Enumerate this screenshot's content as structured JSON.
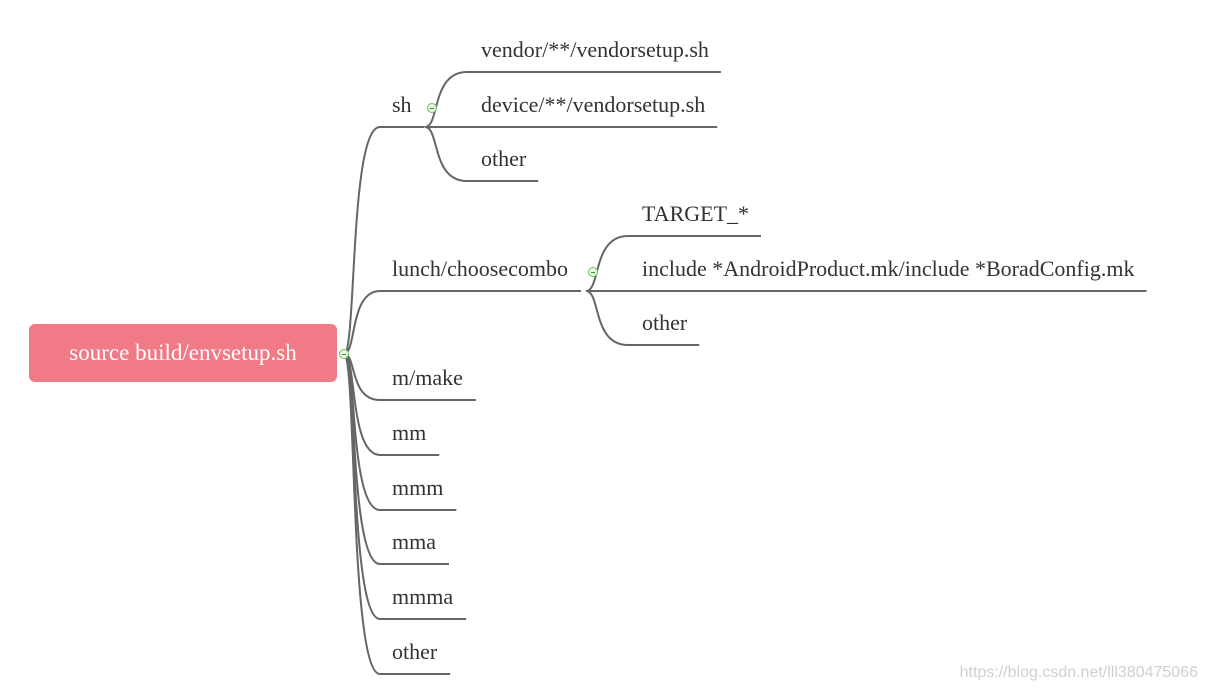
{
  "root": {
    "label": "source build/envsetup.sh",
    "color": "#f07b87",
    "collapsed": false
  },
  "branches": [
    {
      "label": "sh",
      "collapsed": false,
      "children": [
        {
          "label": "vendor/**/vendorsetup.sh"
        },
        {
          "label": "device/**/vendorsetup.sh"
        },
        {
          "label": "other"
        }
      ]
    },
    {
      "label": "lunch/choosecombo",
      "collapsed": false,
      "children": [
        {
          "label": "TARGET_*"
        },
        {
          "label": "include *AndroidProduct.mk/include *BoradConfig.mk"
        },
        {
          "label": "other"
        }
      ]
    },
    {
      "label": "m/make",
      "children": []
    },
    {
      "label": "mm",
      "children": []
    },
    {
      "label": "mmm",
      "children": []
    },
    {
      "label": "mma",
      "children": []
    },
    {
      "label": "mmma",
      "children": []
    },
    {
      "label": "other",
      "children": []
    }
  ],
  "watermark": "https://blog.csdn.net/lll380475066",
  "line_color": "#666666",
  "toggle_icon": "collapse-minus-icon"
}
